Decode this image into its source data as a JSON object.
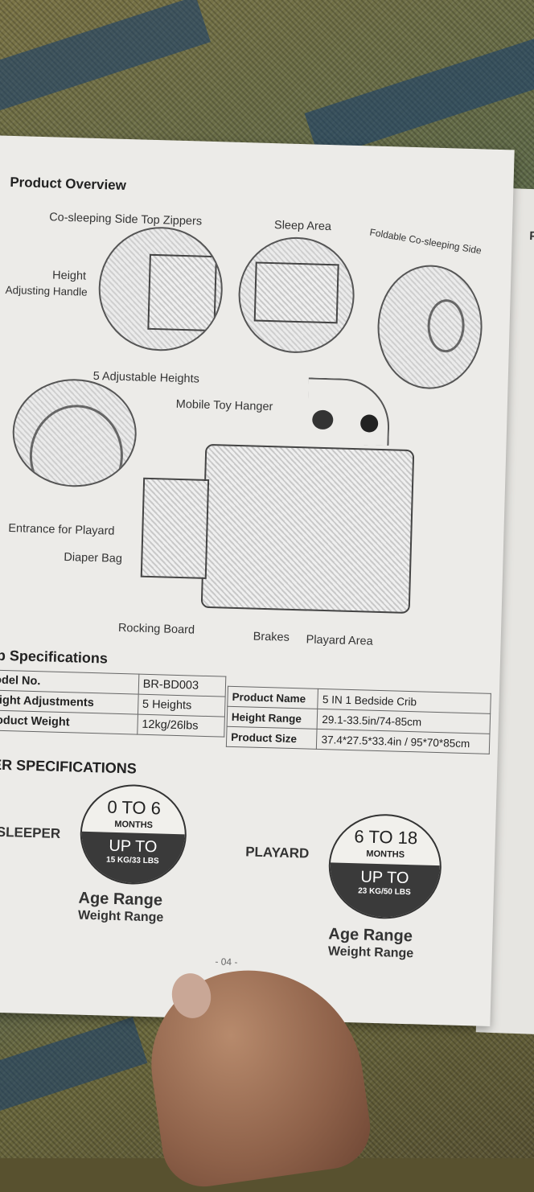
{
  "overview": {
    "title": "Product Overview",
    "labels": {
      "zippers": "Co-sleeping Side Top Zippers",
      "sleep_area": "Sleep Area",
      "foldable": "Foldable Co-sleeping Side",
      "height_handle_1": "Height",
      "height_handle_2": "Adjusting Handle",
      "adjustable_heights": "5 Adjustable Heights",
      "toy_hanger": "Mobile Toy Hanger",
      "entrance": "Entrance for Playard",
      "diaper_bag": "Diaper Bag",
      "rocking_board": "Rocking Board",
      "brakes": "Brakes",
      "playard_area": "Playard Area"
    }
  },
  "side_page": {
    "title_fragment": "Pa"
  },
  "crib_specs": {
    "title": "rib Specifications",
    "left_rows": [
      {
        "key": "Model No.",
        "value": "BR-BD003"
      },
      {
        "key": "Height Adjustments",
        "value": "5 Heights"
      },
      {
        "key": "Product Weight",
        "value": "12kg/26lbs"
      }
    ],
    "right_rows": [
      {
        "key": "Product Name",
        "value": "5 IN 1 Bedside Crib"
      },
      {
        "key": "Height Range",
        "value": "29.1-33.5in/74-85cm"
      },
      {
        "key": "Product Size",
        "value": "37.4*27.5*33.4in / 95*70*85cm"
      }
    ]
  },
  "user_specs": {
    "title": "SER SPECIFICATIONS",
    "sleeper": {
      "label": "SLEEPER",
      "age": "0 TO 6",
      "age_unit": "MONTHS",
      "weight": "UP TO",
      "weight_value": "15 KG/33 LBS",
      "caption_age": "Age Range",
      "caption_weight": "Weight Range"
    },
    "playard": {
      "label": "PLAYARD",
      "age": "6 TO 18",
      "age_unit": "MONTHS",
      "weight": "UP TO",
      "weight_value": "23 KG/50 LBS",
      "caption_age": "Age Range",
      "caption_weight": "Weight Range"
    }
  },
  "page_number": "- 04 -"
}
